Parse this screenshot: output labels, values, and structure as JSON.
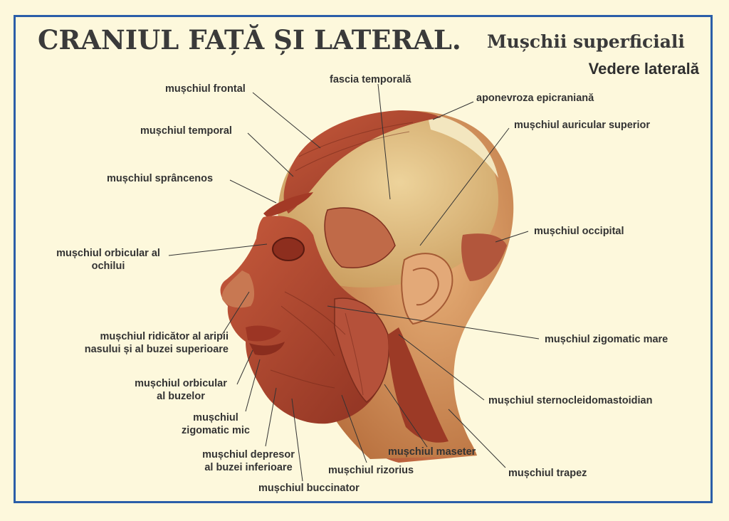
{
  "title": "CRANIUL FAȚĂ ȘI LATERAL.",
  "subtitle": "Mușchii superficiali",
  "view": "Vedere laterală",
  "labels": {
    "frontal": "mușchiul frontal",
    "fascia": "fascia temporală",
    "aponevroza": "aponevroza epicraniană",
    "auricular": "mușchiul auricular superior",
    "temporal": "mușchiul temporal",
    "sprancenos": "mușchiul sprâncenos",
    "orbicular_ochi_1": "mușchiul orbicular al",
    "orbicular_ochi_2": "ochilui",
    "occipital": "mușchiul occipital",
    "ridicator_1": "mușchiul ridicător al aripii",
    "ridicator_2": "nasului și al buzei superioare",
    "zigomatic_mare": "mușchiul zigomatic mare",
    "orbicular_buze_1": "mușchiul orbicular",
    "orbicular_buze_2": "al buzelor",
    "sternocleido": "mușchiul sternocleidomastoidian",
    "zigomatic_mic_1": "mușchiul",
    "zigomatic_mic_2": "zigomatic mic",
    "maseter": "mușchiul maseter",
    "depresor_1": "mușchiul depresor",
    "depresor_2": "al buzei inferioare",
    "rizorius": "mușchiul rizorius",
    "trapez": "mușchiul trapez",
    "buccinator": "mușchiul buccinator"
  },
  "colors": {
    "background": "#fdf8dc",
    "frame": "#2b5ea8",
    "muscle": "#b24a32",
    "bone": "#e8c98a",
    "skin": "#d99a66"
  }
}
